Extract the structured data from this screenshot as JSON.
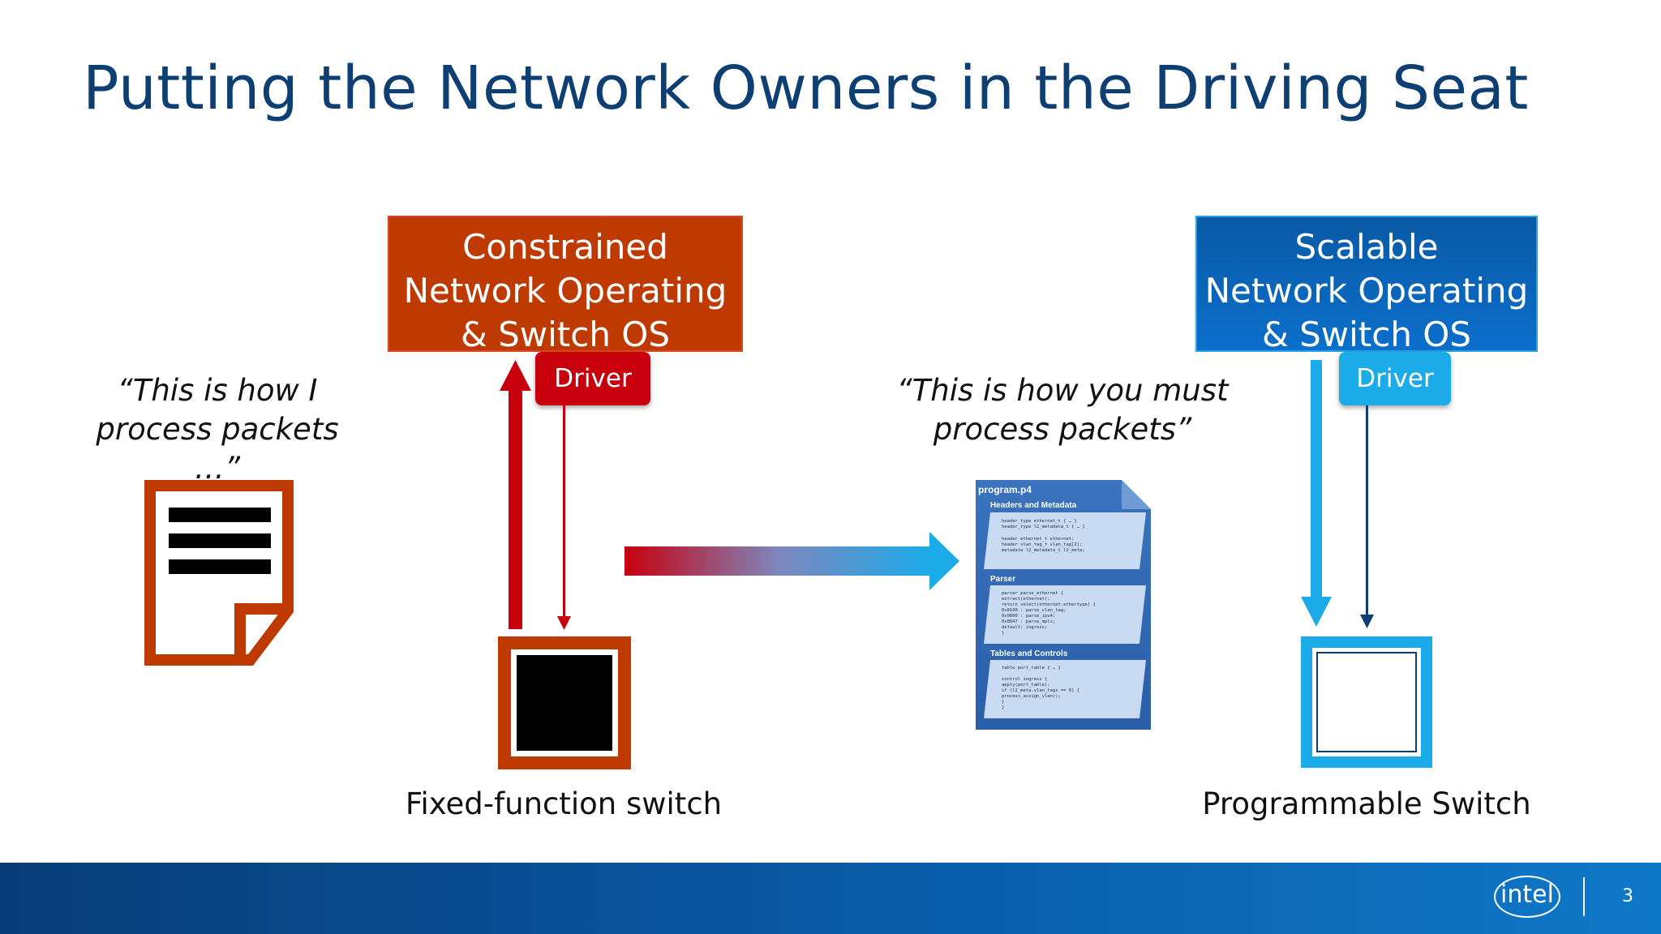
{
  "slide": {
    "title": "Putting the Network Owners in the Driving Seat",
    "page_number": "3"
  },
  "left": {
    "os_box_lines": [
      "Constrained",
      "Network Operating",
      "& Switch OS"
    ],
    "driver_label": "Driver",
    "quote_lines": [
      "“This is how I",
      "process packets …”"
    ],
    "caption": "Fixed-function switch"
  },
  "right": {
    "os_box_lines": [
      "Scalable",
      "Network Operating",
      "& Switch OS"
    ],
    "driver_label": "Driver",
    "quote_lines": [
      "“This is how you must",
      "process packets”"
    ],
    "caption": "Programmable Switch"
  },
  "program_doc": {
    "filename": "program.p4",
    "sections": [
      {
        "heading": "Headers and Metadata",
        "code": [
          "header_type  ethernet_t    { … }",
          "header_type  l2_metadata_t { … }",
          "",
          "header    ethernet_t    ethernet;",
          "header    vlan_tag_t    vlan_tag[2];",
          "metadata  l2_metadata_t l2_meta;"
        ]
      },
      {
        "heading": "Parser",
        "code": [
          "parser parse_ethernet {",
          "  extract(ethernet);",
          "  return select(ethernet.ethertype) {",
          "    0x8100 : parse_vlan_tag;",
          "    0x0800 : parse_ipv4;",
          "    0x8847 : parse_mpls;",
          "    default: ingress;",
          "}"
        ]
      },
      {
        "heading": "Tables and Controls",
        "code": [
          "table port_table { … }",
          "",
          "control ingress {",
          "  apply(port_table);",
          "  if (l2_meta.vlan_tags == 0) {",
          "    process_assign_vlan();",
          "  }",
          "}"
        ]
      }
    ]
  },
  "colors": {
    "title": "#0d3f73",
    "left_accent": "#be3a00",
    "left_arrow": "#c8000e",
    "right_accent": "#1aabe8",
    "right_box": "#0b6fcc"
  },
  "footer": {
    "logo_text": "intel"
  }
}
